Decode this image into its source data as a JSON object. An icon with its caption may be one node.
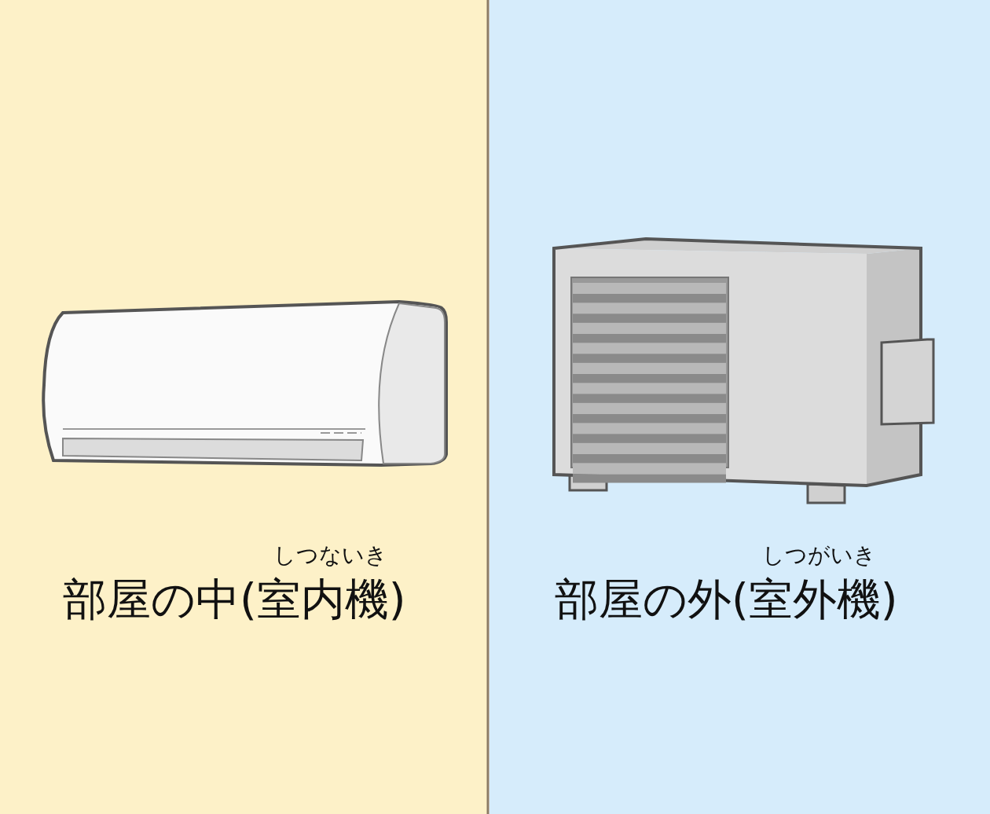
{
  "diagram": {
    "nodes": [
      {
        "text": [
          "しつないき",
          "部屋の中(室内機)"
        ]
      },
      {
        "text": [
          "しつがいき",
          "部屋の外(室外機)"
        ]
      }
    ]
  }
}
